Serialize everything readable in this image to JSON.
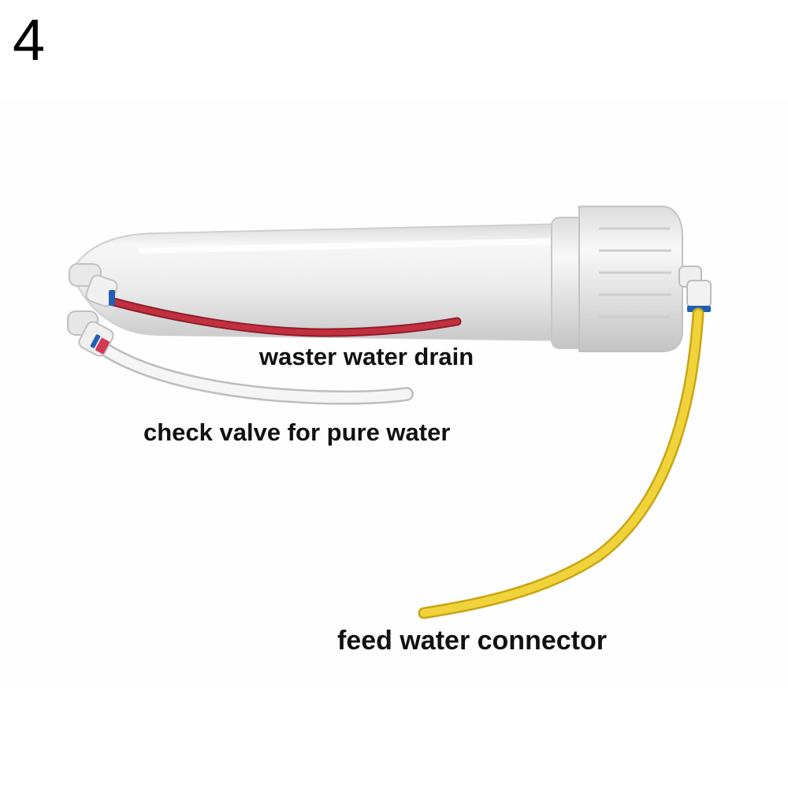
{
  "page": {
    "number": "4"
  },
  "photo": {
    "subject_icon": "ro-membrane-housing-icon",
    "colors": {
      "housing": "#ececec",
      "drain_tube": "#c2303f",
      "pure_tube": "#f4f4f4",
      "feed_tube": "#f0d33a",
      "fitting_ring_blue": "#1f5fb8",
      "fitting_ring_red": "#d23a55"
    }
  },
  "labels": {
    "drain": "waster water drain",
    "check_valve": "check valve for pure water",
    "feed": "feed water connector"
  }
}
